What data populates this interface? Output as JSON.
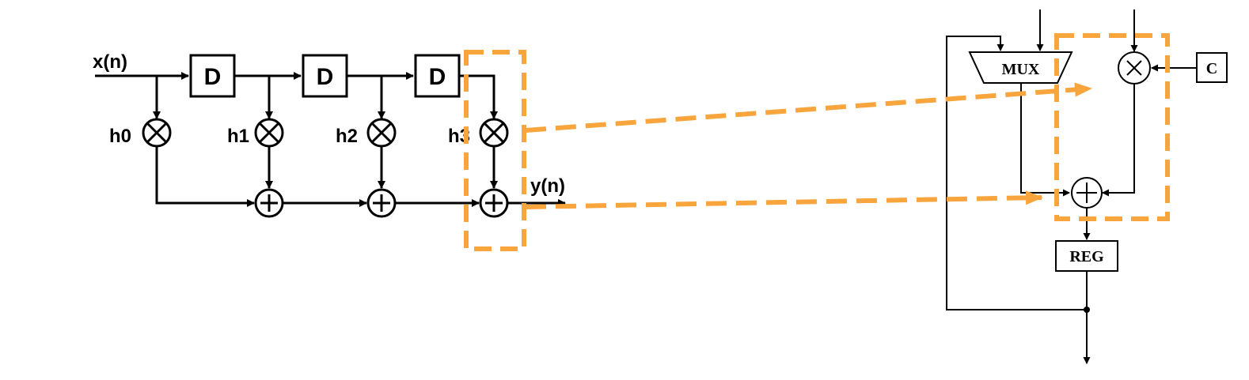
{
  "fir": {
    "input_label": "x(n)",
    "delay_label": "D",
    "coefficients": [
      "h0",
      "h1",
      "h2",
      "h3"
    ],
    "output_label": "y(n)"
  },
  "mac": {
    "mux_label": "MUX",
    "reg_label": "REG",
    "coeff_label": "C"
  },
  "colors": {
    "highlight": "#f7a53c",
    "wire": "#000000"
  }
}
